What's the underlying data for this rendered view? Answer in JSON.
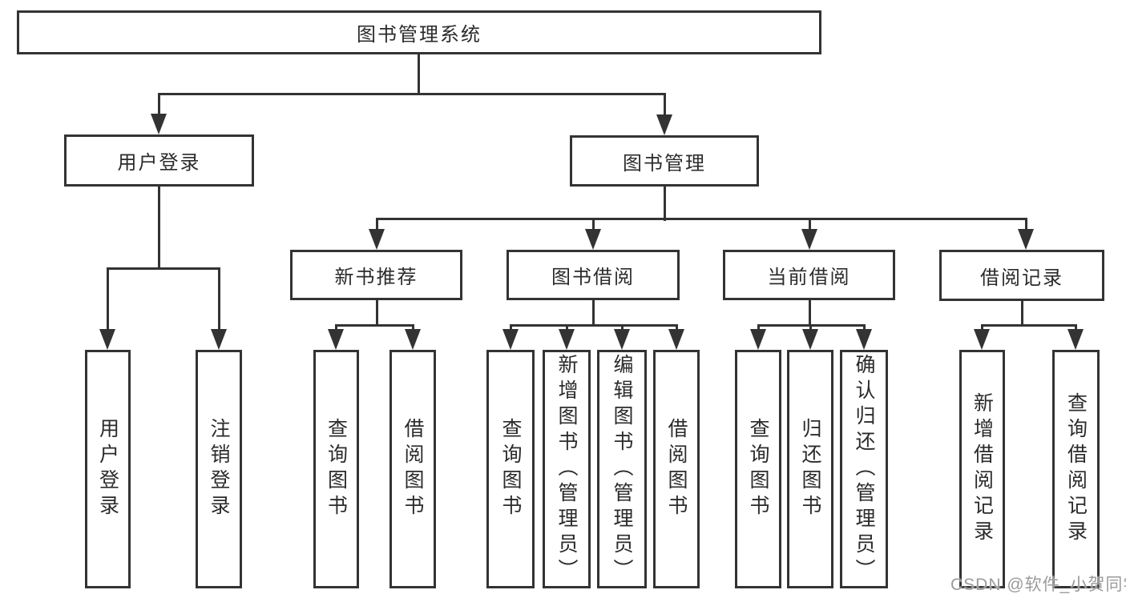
{
  "nodes": {
    "root": {
      "label": "图书管理系统"
    },
    "user_login": {
      "label": "用户登录"
    },
    "book_mgmt": {
      "label": "图书管理"
    },
    "new_book_rec": {
      "label": "新书推荐"
    },
    "book_borrow": {
      "label": "图书借阅"
    },
    "current_borrow": {
      "label": "当前借阅"
    },
    "borrow_records": {
      "label": "借阅记录"
    },
    "leaf_user_login": {
      "label": "用户登录"
    },
    "leaf_logout": {
      "label": "注销登录"
    },
    "leaf_query_book_rec": {
      "label": "查询图书"
    },
    "leaf_borrow_book_rec": {
      "label": "借阅图书"
    },
    "leaf_query_book_borrow": {
      "label": "查询图书"
    },
    "leaf_add_book": {
      "label": "新增图书（管理员）"
    },
    "leaf_edit_book": {
      "label": "编辑图书（管理员）"
    },
    "leaf_borrow_book_borrow": {
      "label": "借阅图书"
    },
    "leaf_query_book_current": {
      "label": "查询图书"
    },
    "leaf_return_book": {
      "label": "归还图书"
    },
    "leaf_confirm_return": {
      "label": "确认归还（管理员）"
    },
    "leaf_add_record": {
      "label": "新增借阅记录"
    },
    "leaf_query_record": {
      "label": "查询借阅记录"
    }
  },
  "watermark": {
    "text": "CSDN @软件_小贺同学"
  },
  "colors": {
    "line": "#333333",
    "text": "#2b2b2b",
    "box_background": "#ffffff",
    "watermark": "#9b9b9b",
    "page_background": "#ffffff"
  }
}
